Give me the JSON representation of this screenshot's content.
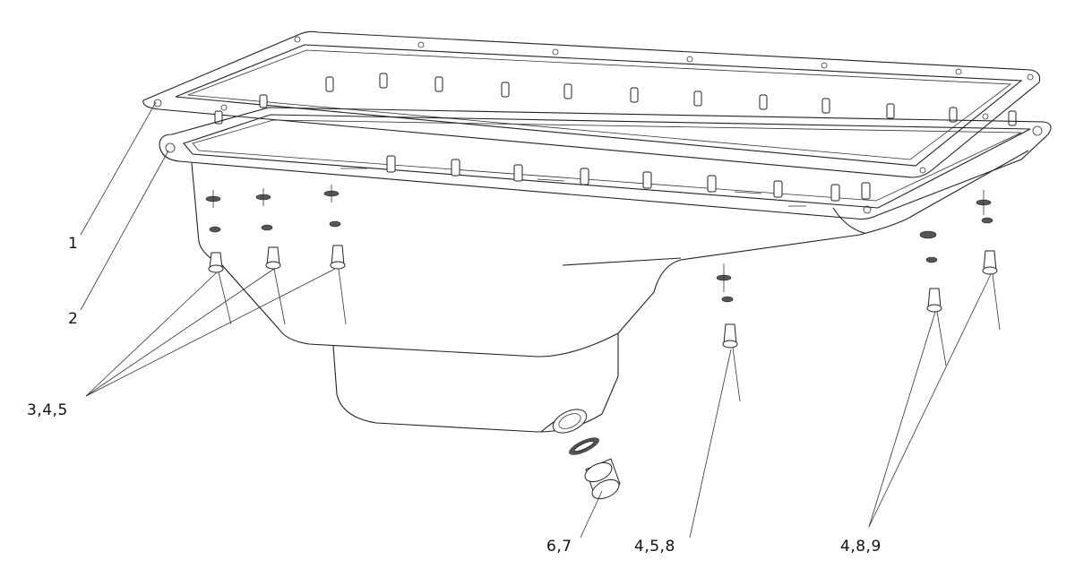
{
  "callouts": {
    "c1": "1",
    "c2": "2",
    "c3": "3,4,5",
    "c4": "6,7",
    "c5": "4,5,8",
    "c6": "4,8,9"
  }
}
